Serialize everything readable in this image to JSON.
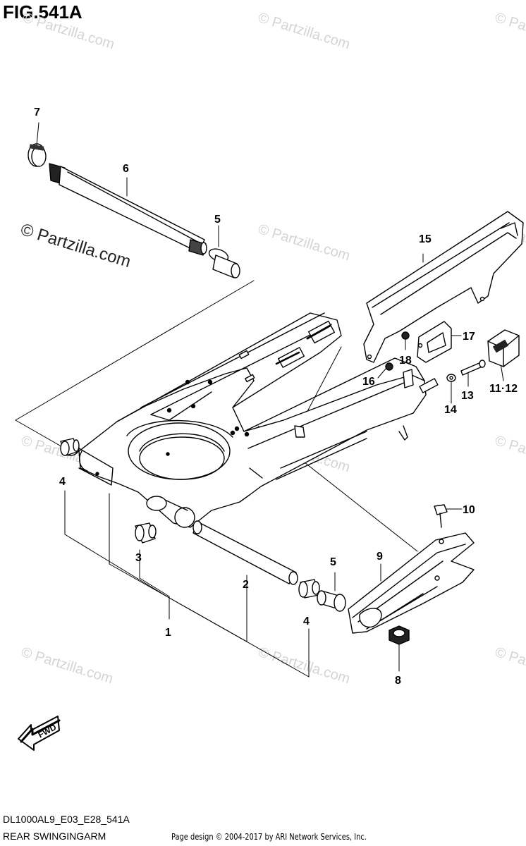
{
  "figure": {
    "title": "FIG.541A"
  },
  "watermarks": {
    "text": "© Partzilla.com",
    "large_text": "© Partzilla.com"
  },
  "callouts": [
    {
      "id": "1",
      "label": "1"
    },
    {
      "id": "2",
      "label": "2"
    },
    {
      "id": "3",
      "label": "3"
    },
    {
      "id": "4a",
      "label": "4"
    },
    {
      "id": "4b",
      "label": "4"
    },
    {
      "id": "5a",
      "label": "5"
    },
    {
      "id": "5b",
      "label": "5"
    },
    {
      "id": "6",
      "label": "6"
    },
    {
      "id": "7",
      "label": "7"
    },
    {
      "id": "8",
      "label": "8"
    },
    {
      "id": "9",
      "label": "9"
    },
    {
      "id": "10",
      "label": "10"
    },
    {
      "id": "1112",
      "label": "11·12"
    },
    {
      "id": "13",
      "label": "13"
    },
    {
      "id": "14",
      "label": "14"
    },
    {
      "id": "15",
      "label": "15"
    },
    {
      "id": "16",
      "label": "16"
    },
    {
      "id": "17",
      "label": "17"
    },
    {
      "id": "18",
      "label": "18"
    }
  ],
  "fwd_label": "FWD",
  "footer": {
    "code": "DL1000AL9_E03_E28_541A",
    "name": "REAR SWINGINGARM",
    "credit": "Page design © 2004-2017 by ARI Network Services, Inc."
  }
}
